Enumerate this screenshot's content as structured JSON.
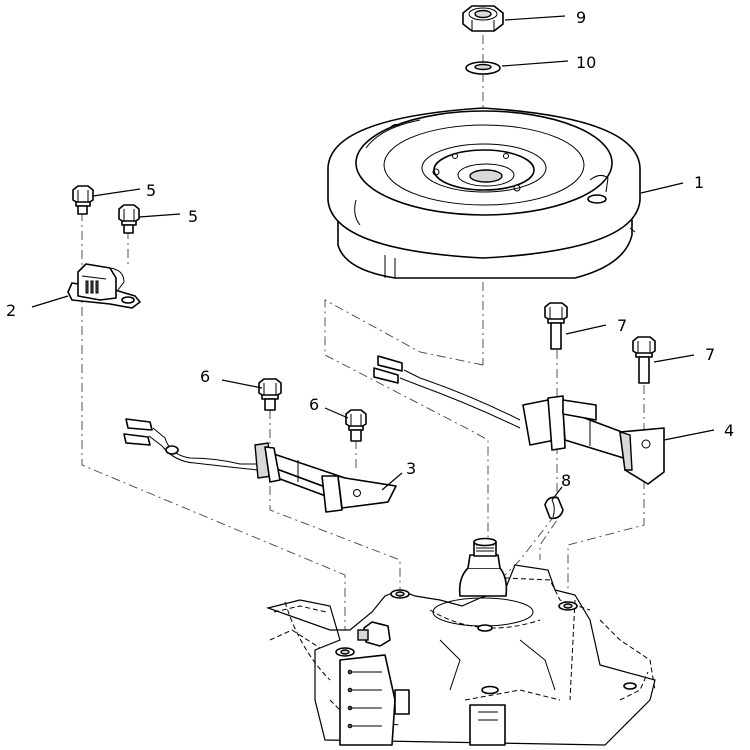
{
  "callouts": {
    "flywheel": "1",
    "pulser_coil": "2",
    "charge_coil_left": "3",
    "charge_coil_right": "4",
    "bolt_5a": "5",
    "bolt_5b": "5",
    "bolt_6a": "6",
    "bolt_6b": "6",
    "bolt_7a": "7",
    "bolt_7b": "7",
    "key": "8",
    "nut": "9",
    "washer": "10"
  }
}
